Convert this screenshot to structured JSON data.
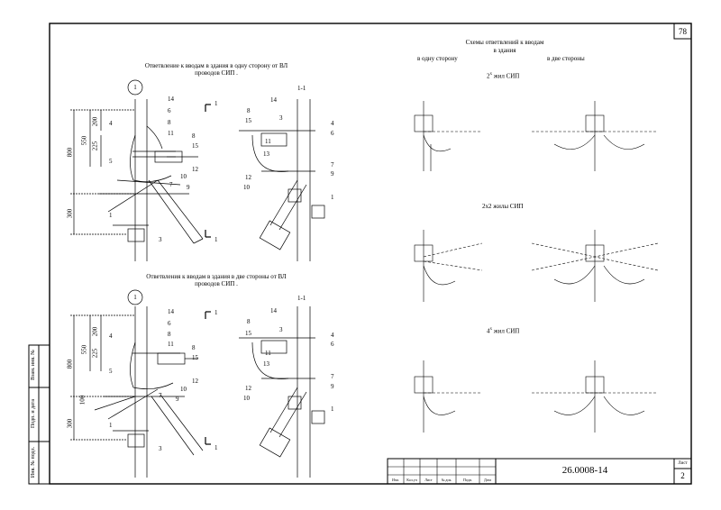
{
  "sheet": {
    "page_number": "78",
    "doc_code": "26.0008-14",
    "list_label": "Лист",
    "list_number": "2"
  },
  "left_top": {
    "title_line1": "Ответвление к вводам в здания в одну сторону от ВЛ",
    "title_line2": "проводов СИП .",
    "view_marker": "1",
    "section_label": "1-1",
    "section_mark": "1"
  },
  "left_bottom": {
    "title_line1": "Ответвления к вводам в здания в две стороны от ВЛ",
    "title_line2": "проводов СИП .",
    "view_marker": "1",
    "section_label": "1-1",
    "section_mark": "1"
  },
  "dimensions": {
    "top": [
      "800",
      "550",
      "200",
      "225",
      "300"
    ],
    "bottom": [
      "800",
      "550",
      "200",
      "225",
      "100",
      "300"
    ]
  },
  "callouts": {
    "top_front": [
      "14",
      "6",
      "8",
      "4",
      "11",
      "8",
      "15",
      "5",
      "12",
      "10",
      "7",
      "9",
      "1",
      "3"
    ],
    "top_side": [
      "14",
      "8",
      "3",
      "15",
      "4",
      "6",
      "11",
      "13",
      "7",
      "9",
      "12",
      "10",
      "1"
    ],
    "bottom_front": [
      "14",
      "6",
      "8",
      "4",
      "11",
      "8",
      "15",
      "5",
      "12",
      "10",
      "7",
      "9",
      "1",
      "3"
    ],
    "bottom_side": [
      "14",
      "8",
      "3",
      "15",
      "4",
      "6",
      "11",
      "13",
      "7",
      "9",
      "12",
      "10",
      "1"
    ]
  },
  "right": {
    "heading_line1": "Схемы ответвлений к вводам",
    "heading_line2": "в здания",
    "col_left": "в одну сторону",
    "col_right": "в две стороны",
    "section1": "2",
    "section1_sup": "х",
    "section1_rest": " жил СИП",
    "section2": "2х2 жилы СИП",
    "section3": "4",
    "section3_sup": "х",
    "section3_rest": " жил СИП"
  },
  "side_stamp": [
    "Взам. инв. №",
    "Подп. и дата",
    "Инв. № подл."
  ],
  "title_block_headers": [
    "Изм.",
    "Кол.уч",
    "Лист",
    "№ док.",
    "Подп.",
    "Дата"
  ]
}
